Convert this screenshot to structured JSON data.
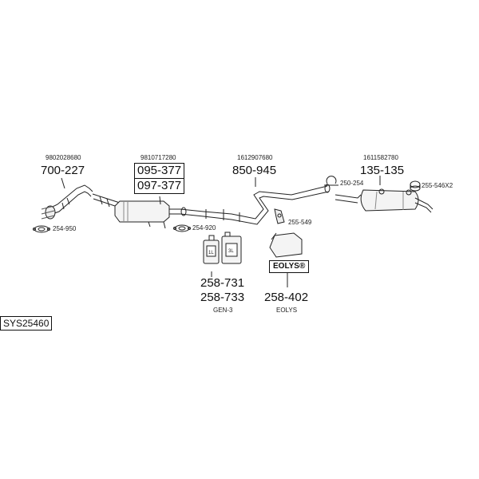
{
  "diagram_id": "SYS25460",
  "oem_numbers": [
    "9802028680",
    "9810717280",
    "1612907680",
    "1611582780"
  ],
  "parts": {
    "front_pipe": "700-227",
    "dpf_a": "095-377",
    "dpf_b": "097-377",
    "middle_pipe": "850-945",
    "rear_silencer": "135-135",
    "fluid_a": "258-731",
    "fluid_b": "258-733",
    "additive": "258-402"
  },
  "fittings": {
    "gasket_front": "254-950",
    "gasket_mid": "254-920",
    "clamp_mid": "255-549",
    "clamp_rear": "250-254",
    "mount_rear": "255-546X2"
  },
  "captions": {
    "fluid": "GEN-3",
    "additive": "EOLYS"
  },
  "eolys_brand": "EOLYS®",
  "can_labels": [
    "1L",
    "3L"
  ]
}
